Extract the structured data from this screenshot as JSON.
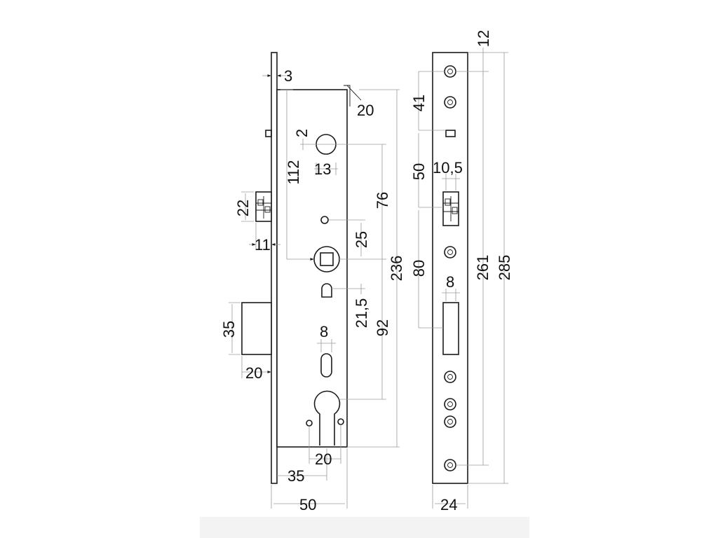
{
  "dimensions": {
    "front_plate_thickness": "3",
    "backset_offset": "20",
    "hole_spacing": "2",
    "hole_diameter": "13",
    "top_to_spindle": "112",
    "hole_to_spindle": "76",
    "latch_height": "22",
    "latch_projection": "11",
    "pin_to_spindle": "25",
    "case_height": "236",
    "spindle_to_cam": "21,5",
    "spindle_to_cylinder": "92",
    "bolt_height": "35",
    "bolt_projection": "20",
    "slot_width": "8",
    "cylinder_width": "20",
    "cylinder_backset": "35",
    "case_depth": "50",
    "faceplate_top_margin": "12",
    "top_screw_spacing": "41",
    "window_spacing": "50",
    "latch_window_width": "10,5",
    "latch_to_bolt_window": "80",
    "bolt_window_width": "8",
    "screw_span": "261",
    "faceplate_length": "285",
    "faceplate_width": "24"
  }
}
